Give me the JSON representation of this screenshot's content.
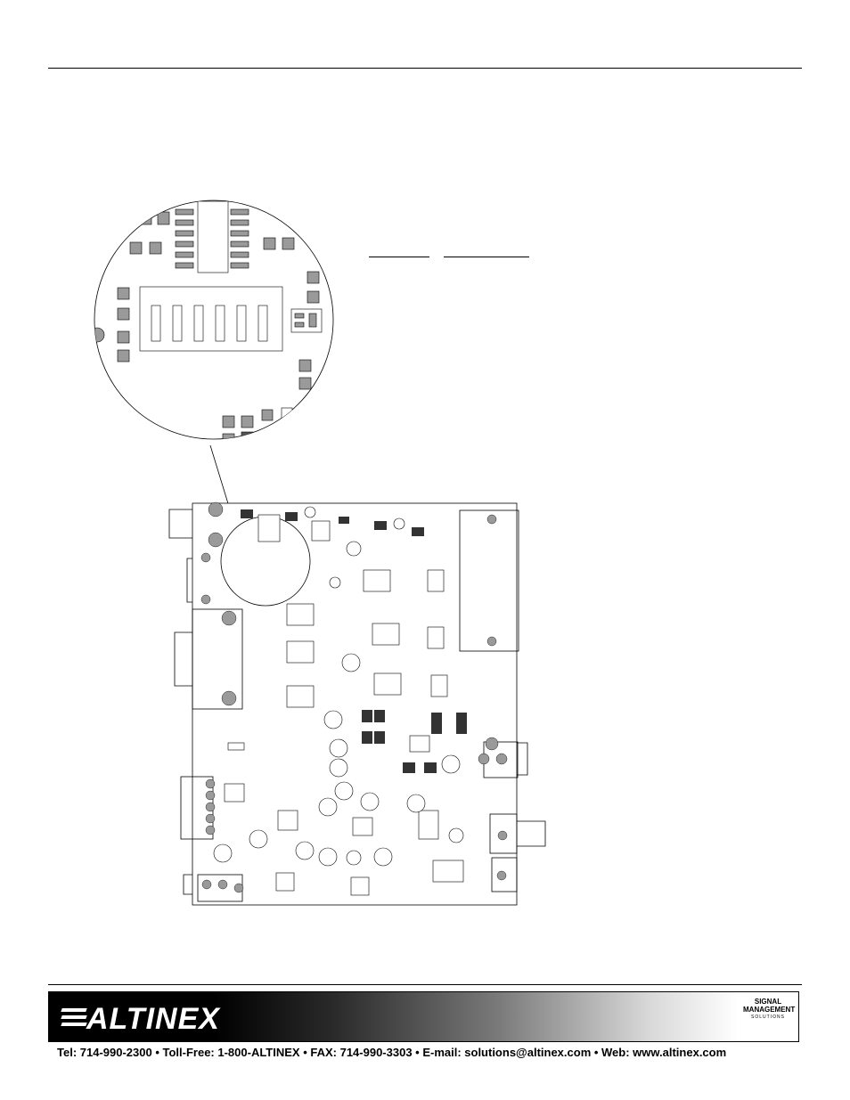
{
  "document": {
    "table_header": {
      "col1": "",
      "col2": ""
    }
  },
  "footer": {
    "brand": "ALTINEX",
    "badge_line1": "SIGNAL",
    "badge_line2": "MANAGEMENT",
    "badge_line3": "SOLUTIONS",
    "contact": "Tel: 714-990-2300 • Toll-Free: 1-800-ALTINEX • FAX: 714-990-3303 • E-mail: solutions@altinex.com • Web: www.altinex.com"
  },
  "colors": {
    "component_gray": "#9a9a9a",
    "pad_dark": "#222222",
    "outline": "#000000"
  }
}
